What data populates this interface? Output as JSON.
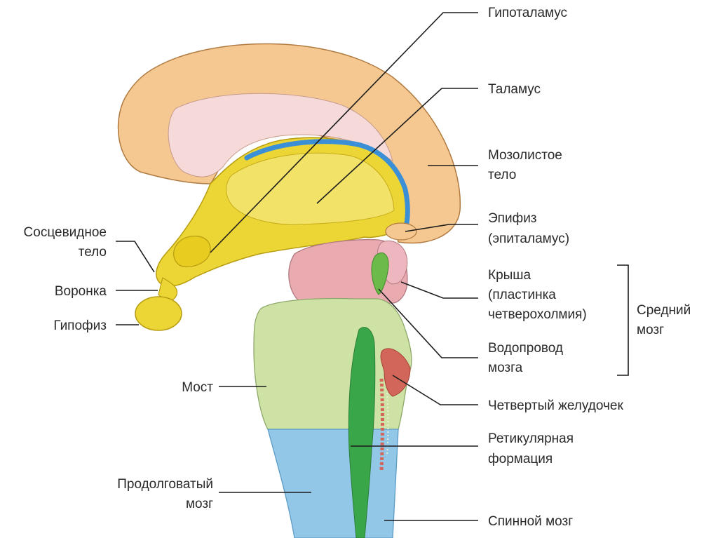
{
  "labels": {
    "hypothalamus": "Гипоталамус",
    "thalamus": "Таламус",
    "corpus_callosum_1": "Мозолистое",
    "corpus_callosum_2": "тело",
    "epiphysis_1": "Эпифиз",
    "epiphysis_2": "(эпиталамус)",
    "tectum_1": "Крыша",
    "tectum_2": "(пластинка",
    "tectum_3": "четверохолмия)",
    "aqueduct_1": "Водопровод",
    "aqueduct_2": "мозга",
    "midbrain_1": "Средний",
    "midbrain_2": "мозг",
    "fourth_ventricle": "Четвертый желудочек",
    "reticular_1": "Ретикулярная",
    "reticular_2": "формация",
    "spinal_cord": "Спинной мозг",
    "mammillary_1": "Сосцевидное",
    "mammillary_2": "тело",
    "infundibulum": "Воронка",
    "pituitary": "Гипофиз",
    "pons": "Мост",
    "medulla_1": "Продолговатый",
    "medulla_2": "мозг"
  },
  "colors": {
    "corpus_callosum": "#f4c890",
    "diencephalon": "#ecd636",
    "midbrain": "#e9aab0",
    "pons": "#cfe2a6",
    "medulla": "#92c7e8",
    "ventricle": "#3aa64a",
    "choroid": "#3b8fd6"
  }
}
